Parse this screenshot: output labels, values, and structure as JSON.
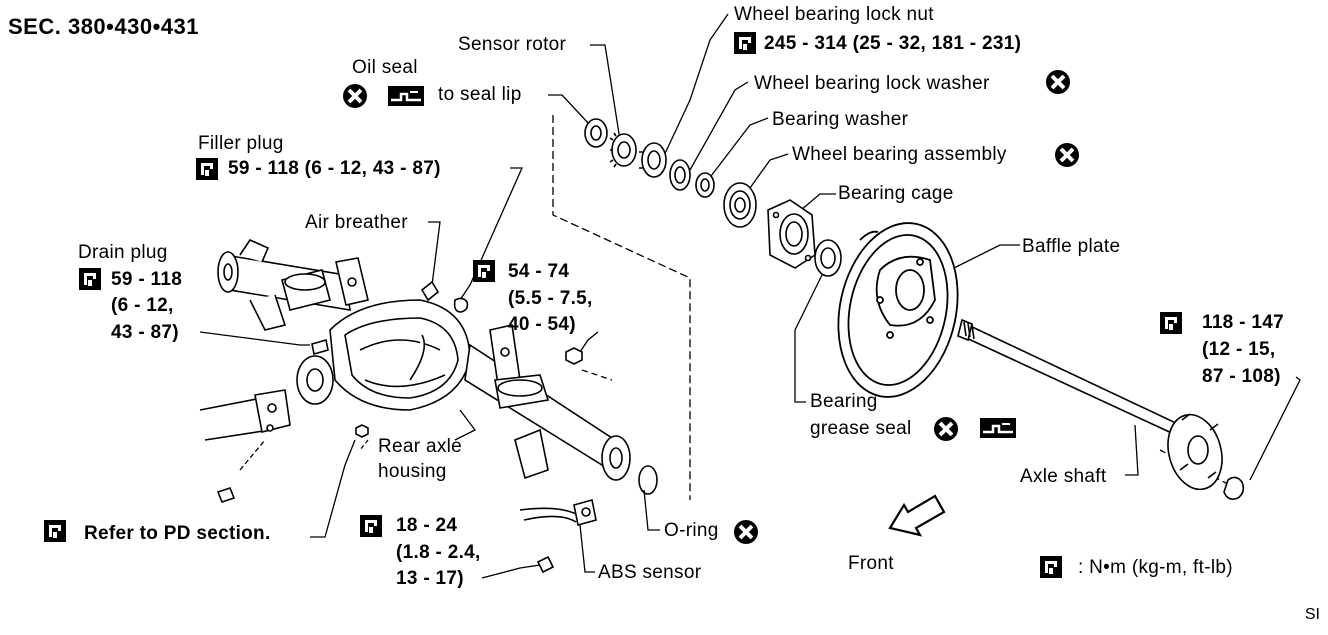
{
  "header": {
    "section": "SEC. 380•430•431"
  },
  "labels": {
    "wheel_bearing_lock_nut": "Wheel bearing lock nut",
    "lock_nut_torque": "245 - 314 (25 - 32, 181 - 231)",
    "sensor_rotor": "Sensor rotor",
    "oil_seal": "Oil seal",
    "to_seal_lip": "to seal lip",
    "wheel_bearing_lock_washer": "Wheel bearing lock washer",
    "bearing_washer": "Bearing washer",
    "wheel_bearing_assembly": "Wheel bearing assembly",
    "filler_plug": "Filler plug",
    "filler_torque": "59 - 118 (6 - 12, 43 - 87)",
    "bearing_cage": "Bearing cage",
    "air_breather": "Air breather",
    "baffle_plate": "Baffle plate",
    "drain_plug": "Drain plug",
    "drain_torque_1": "59 - 118",
    "drain_torque_2": "(6 - 12,",
    "drain_torque_3": "43 - 87)",
    "mid_torque_1": "54 - 74",
    "mid_torque_2": "(5.5 - 7.5,",
    "mid_torque_3": "40 - 54)",
    "axle_torque_1": "118 - 147",
    "axle_torque_2": "(12 - 15,",
    "axle_torque_3": "87 - 108)",
    "bearing_grease_seal_1": "Bearing",
    "bearing_grease_seal_2": "grease seal",
    "rear_axle_housing_1": "Rear axle",
    "rear_axle_housing_2": "housing",
    "axle_shaft": "Axle shaft",
    "refer_pd": "Refer to PD section.",
    "abs_torque_1": "18 - 24",
    "abs_torque_2": "(1.8 - 2.4,",
    "abs_torque_3": "13 - 17)",
    "o_ring": "O-ring",
    "abs_sensor": "ABS sensor",
    "front": "Front",
    "unit_legend": ": N•m (kg-m, ft-lb)"
  },
  "footer": {
    "code": "SI"
  },
  "icons": [
    "torque-wrench-icon",
    "do-not-reuse-icon",
    "grease-icon",
    "front-arrow-icon"
  ]
}
